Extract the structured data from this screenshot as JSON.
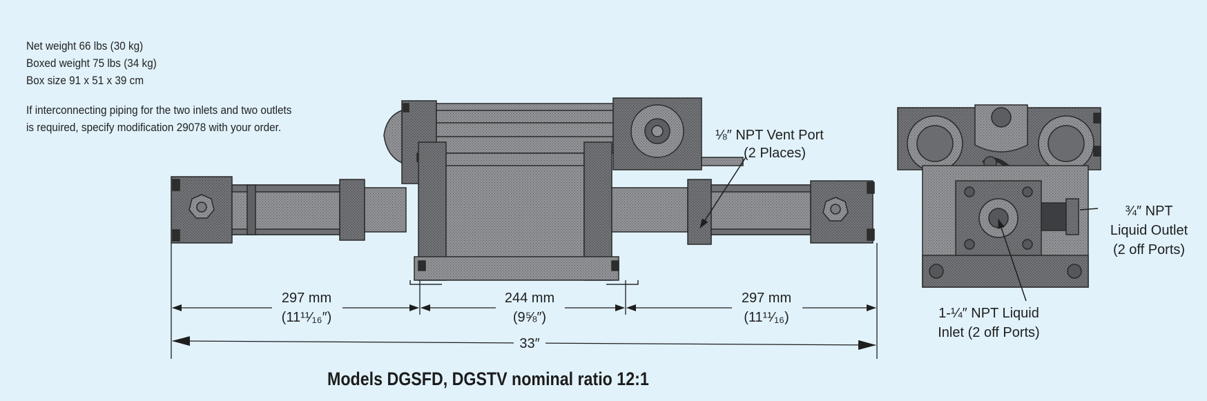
{
  "specs": {
    "net_weight": "Net weight 66 lbs (30 kg)",
    "boxed_weight": "Boxed weight 75 lbs (34 kg)",
    "box_size": "Box size 91 x 51 x 39 cm",
    "note_line1": "If interconnecting piping for the two inlets and two outlets",
    "note_line2": "is required, specify modification 29078 with your order."
  },
  "labels": {
    "vent_port_1": "⅛″ NPT Vent Port",
    "vent_port_2": "(2 Places)",
    "outlet_1": "¾″ NPT",
    "outlet_2": "Liquid Outlet",
    "outlet_3": "(2 off Ports)",
    "inlet_1": "1-¼″ NPT Liquid",
    "inlet_2": "Inlet (2 off Ports)"
  },
  "dimensions": {
    "left_mm": "297 mm",
    "left_in": "(11¹¹⁄₁₆″)",
    "center_mm": "244 mm",
    "center_in": "(9⅝″)",
    "right_mm": "297 mm",
    "right_in": "(11¹¹⁄₁₆)",
    "overall": "33″"
  },
  "caption": "Models DGSFD, DGSTV nominal ratio 12:1",
  "colors": {
    "background": "#e1f2fb",
    "metal": "#8e9094",
    "metal_dark": "#54565a",
    "line": "#1e1e1e"
  }
}
